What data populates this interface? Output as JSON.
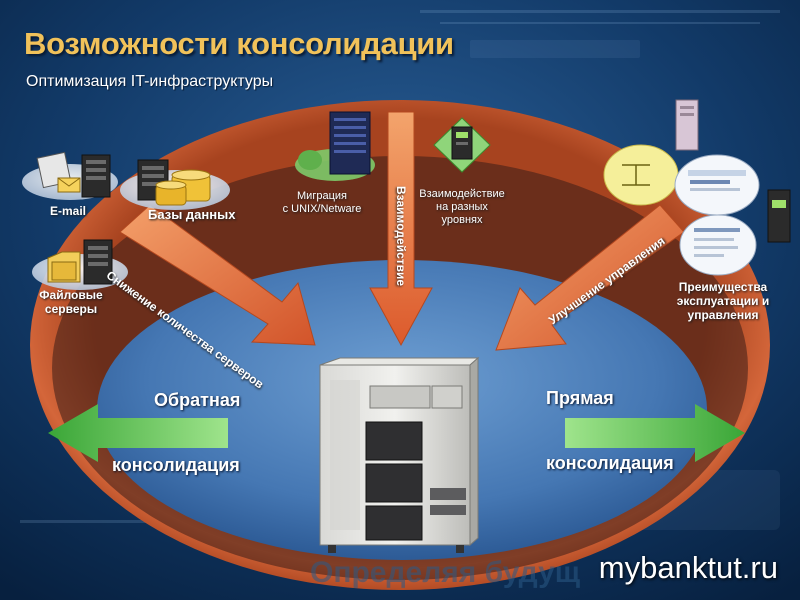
{
  "header": {
    "title": "Возможности консолидации",
    "subtitle": "Оптимизация IT-инфраструктуры"
  },
  "left_items": {
    "email": "E-mail",
    "databases": "Базы данных",
    "file_servers_line1": "Файловые",
    "file_servers_line2": "серверы"
  },
  "center_items": {
    "migration_line1": "Миграция",
    "migration_line2": "с UNIX/Netware",
    "interaction_line1": "Взаимодействие",
    "interaction_line2": "на разных",
    "interaction_line3": "уровнях"
  },
  "right_items": {
    "advantages_line1": "Преимущества",
    "advantages_line2": "эксплуатации и",
    "advantages_line3": "управления"
  },
  "arrows": {
    "left_diagonal": "Снижение количества серверов",
    "vertical": "Взаимодействие",
    "right_diagonal": "Улучшение управления"
  },
  "consolidation": {
    "reverse_line1": "Обратная",
    "reverse_line2": "консолидация",
    "direct_line1": "Прямая",
    "direct_line2": "консолидация"
  },
  "background_text": "Определяя будущ",
  "watermark": "mybanktut.ru",
  "icons": {
    "email": "email-server-icon",
    "databases": "database-server-icon",
    "file_servers": "file-server-icon",
    "migration": "unix-migration-server-icon",
    "interaction": "interaction-device-icon",
    "management": "management-screens-icon",
    "central_server": "central-server-icon"
  },
  "colors": {
    "title": "#f1c25a",
    "background": "#0c2a4f",
    "orange_arrow": "#e06a2e",
    "green_arrow": "#5bbf4a",
    "ring": "#c8552a"
  }
}
